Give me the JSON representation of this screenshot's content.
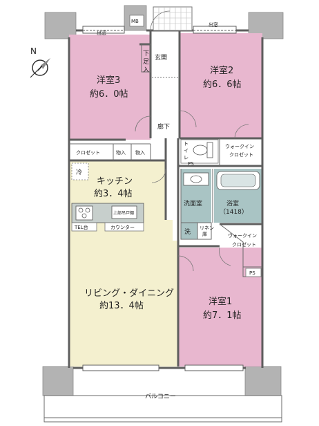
{
  "colors": {
    "bedroom": "#e8b7cf",
    "living": "#f4f0cf",
    "wet_area": "#a9c4c4",
    "column": "#b3b3b3",
    "wall": "#6a6a6a",
    "hall": "#ffffff"
  },
  "icons": [
    "compass-icon",
    "toilet-icon",
    "bathtub-icon",
    "sink-icon",
    "stove-icon",
    "door-swing-icon"
  ],
  "compass": {
    "label": "N"
  },
  "rooms": {
    "bedroom3": {
      "name": "洋室3",
      "size": "約6．0帖"
    },
    "bedroom2": {
      "name": "洋室2",
      "size": "約6．6帖"
    },
    "bedroom1": {
      "name": "洋室1",
      "size": "約7．1帖"
    },
    "kitchen": {
      "name": "キッチン",
      "size": "約3．4帖"
    },
    "living": {
      "name": "リビング・ダイニング",
      "size": "約13．4帖"
    },
    "bath": {
      "name": "浴室",
      "size": "（1418）"
    },
    "washroom": {
      "name": "洗面室"
    }
  },
  "labels": {
    "mb": "MB",
    "demado_left": "出窓",
    "demado_right": "出窓",
    "genkan": "玄関",
    "getabako": [
      "下",
      "足",
      "入"
    ],
    "rouka": "廊下",
    "toilet": [
      "ト",
      "イ",
      "レ"
    ],
    "wic1": [
      "ウォークイン",
      "クロゼット"
    ],
    "wic2": [
      "ウォークイン",
      "クロゼット"
    ],
    "closet": "クロゼット",
    "storage1": "物入",
    "storage2": "物入",
    "ps1": "PS",
    "ps2": "PS",
    "fridge": "冷",
    "washer": "洗",
    "linen": [
      "リネン",
      "庫"
    ],
    "tel": "TEL台",
    "counter": "カウンター",
    "kitchen_counter_text": "上部吊戸棚",
    "balcony": "バルコニー"
  }
}
